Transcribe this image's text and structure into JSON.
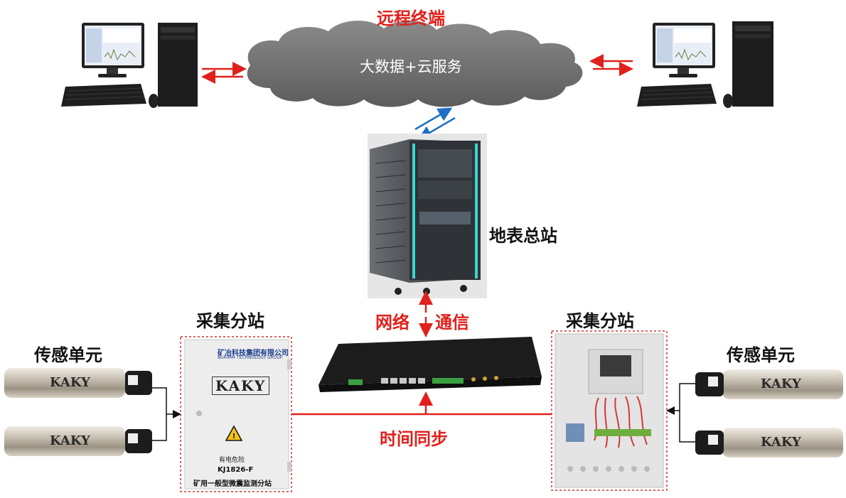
{
  "diagram": {
    "remote_terminal_label": "远程终端",
    "cloud_label": "大数据+云服务",
    "ground_station_label": "地表总站",
    "network_comm_label_a": "网络",
    "network_comm_label_b": "通信",
    "time_sync_label": "时间同步",
    "left_substation_label": "采集分站",
    "right_substation_label": "采集分站",
    "left_sensor_label": "传感单元",
    "right_sensor_label": "传感单元",
    "substation_company": "矿冶科技集团有限公司",
    "substation_company_en": "BGRIMM TECHNOLOGY GROUP",
    "substation_brand": "KAKY",
    "substation_model": "KJ1826-F",
    "substation_name": "矿用一般型微震监测分站",
    "warning_text": "有电危险",
    "sensor_brand": "KAKY",
    "colors": {
      "red": "#e0201b",
      "blue": "#1c6fc4",
      "cabinet": "#4a4d52",
      "dotted_border": "#d03030"
    }
  }
}
